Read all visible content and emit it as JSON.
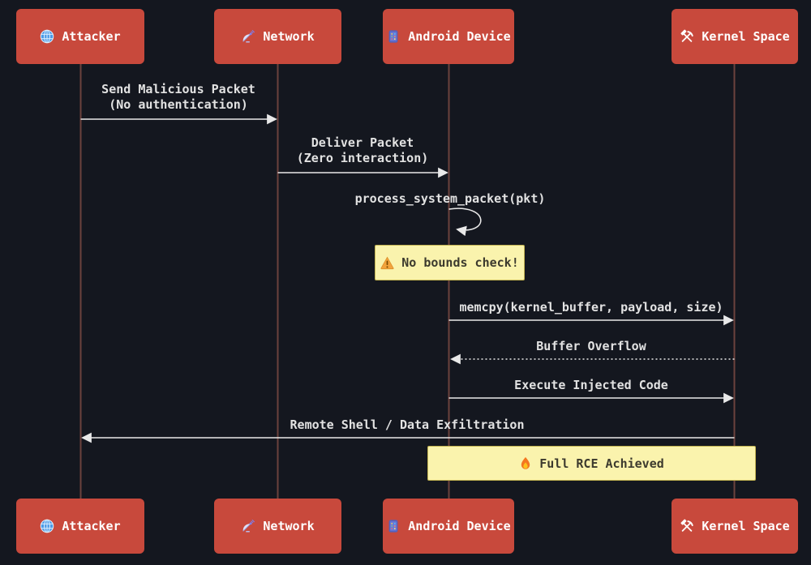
{
  "diagram": {
    "type": "sequence-diagram",
    "colors": {
      "background": "#14171f",
      "actor_fill": "#c8493c",
      "actor_text": "#ffffff",
      "lifeline": "#6b423d",
      "arrow": "#e9e9e9",
      "message_text": "#e2e2e2",
      "note_fill": "#faf3ad",
      "note_border": "#c2b351",
      "note_text": "#3c3a2e"
    },
    "actors": [
      {
        "label": "Attacker",
        "icon": "globe-icon"
      },
      {
        "label": "Network",
        "icon": "satellite-icon"
      },
      {
        "label": "Android Device",
        "icon": "mobile-phone-icon"
      },
      {
        "label": "Kernel Space",
        "icon": "hammer-and-pick-icon"
      }
    ],
    "messages": [
      {
        "from": "Attacker",
        "to": "Network",
        "style": "solid",
        "lines": [
          "Send Malicious Packet",
          "(No authentication)"
        ]
      },
      {
        "from": "Network",
        "to": "Android Device",
        "style": "solid",
        "lines": [
          "Deliver Packet",
          "(Zero interaction)"
        ]
      },
      {
        "from": "Android Device",
        "to": "Android Device",
        "style": "self",
        "lines": [
          "process_system_packet(pkt)"
        ]
      },
      {
        "from": "Android Device",
        "to": "Kernel Space",
        "style": "solid",
        "lines": [
          "memcpy(kernel_buffer, payload, size)"
        ]
      },
      {
        "from": "Kernel Space",
        "to": "Android Device",
        "style": "dotted",
        "lines": [
          "Buffer Overflow"
        ]
      },
      {
        "from": "Android Device",
        "to": "Kernel Space",
        "style": "solid",
        "lines": [
          "Execute Injected Code"
        ]
      },
      {
        "from": "Kernel Space",
        "to": "Attacker",
        "style": "solid",
        "lines": [
          "Remote Shell / Data Exfiltration"
        ]
      }
    ],
    "notes": [
      {
        "over": "Android Device",
        "icon": "warning-icon",
        "label": "No bounds check!"
      },
      {
        "over": "Android Device,Kernel Space",
        "icon": "fire-icon",
        "label": "Full RCE Achieved"
      }
    ]
  }
}
